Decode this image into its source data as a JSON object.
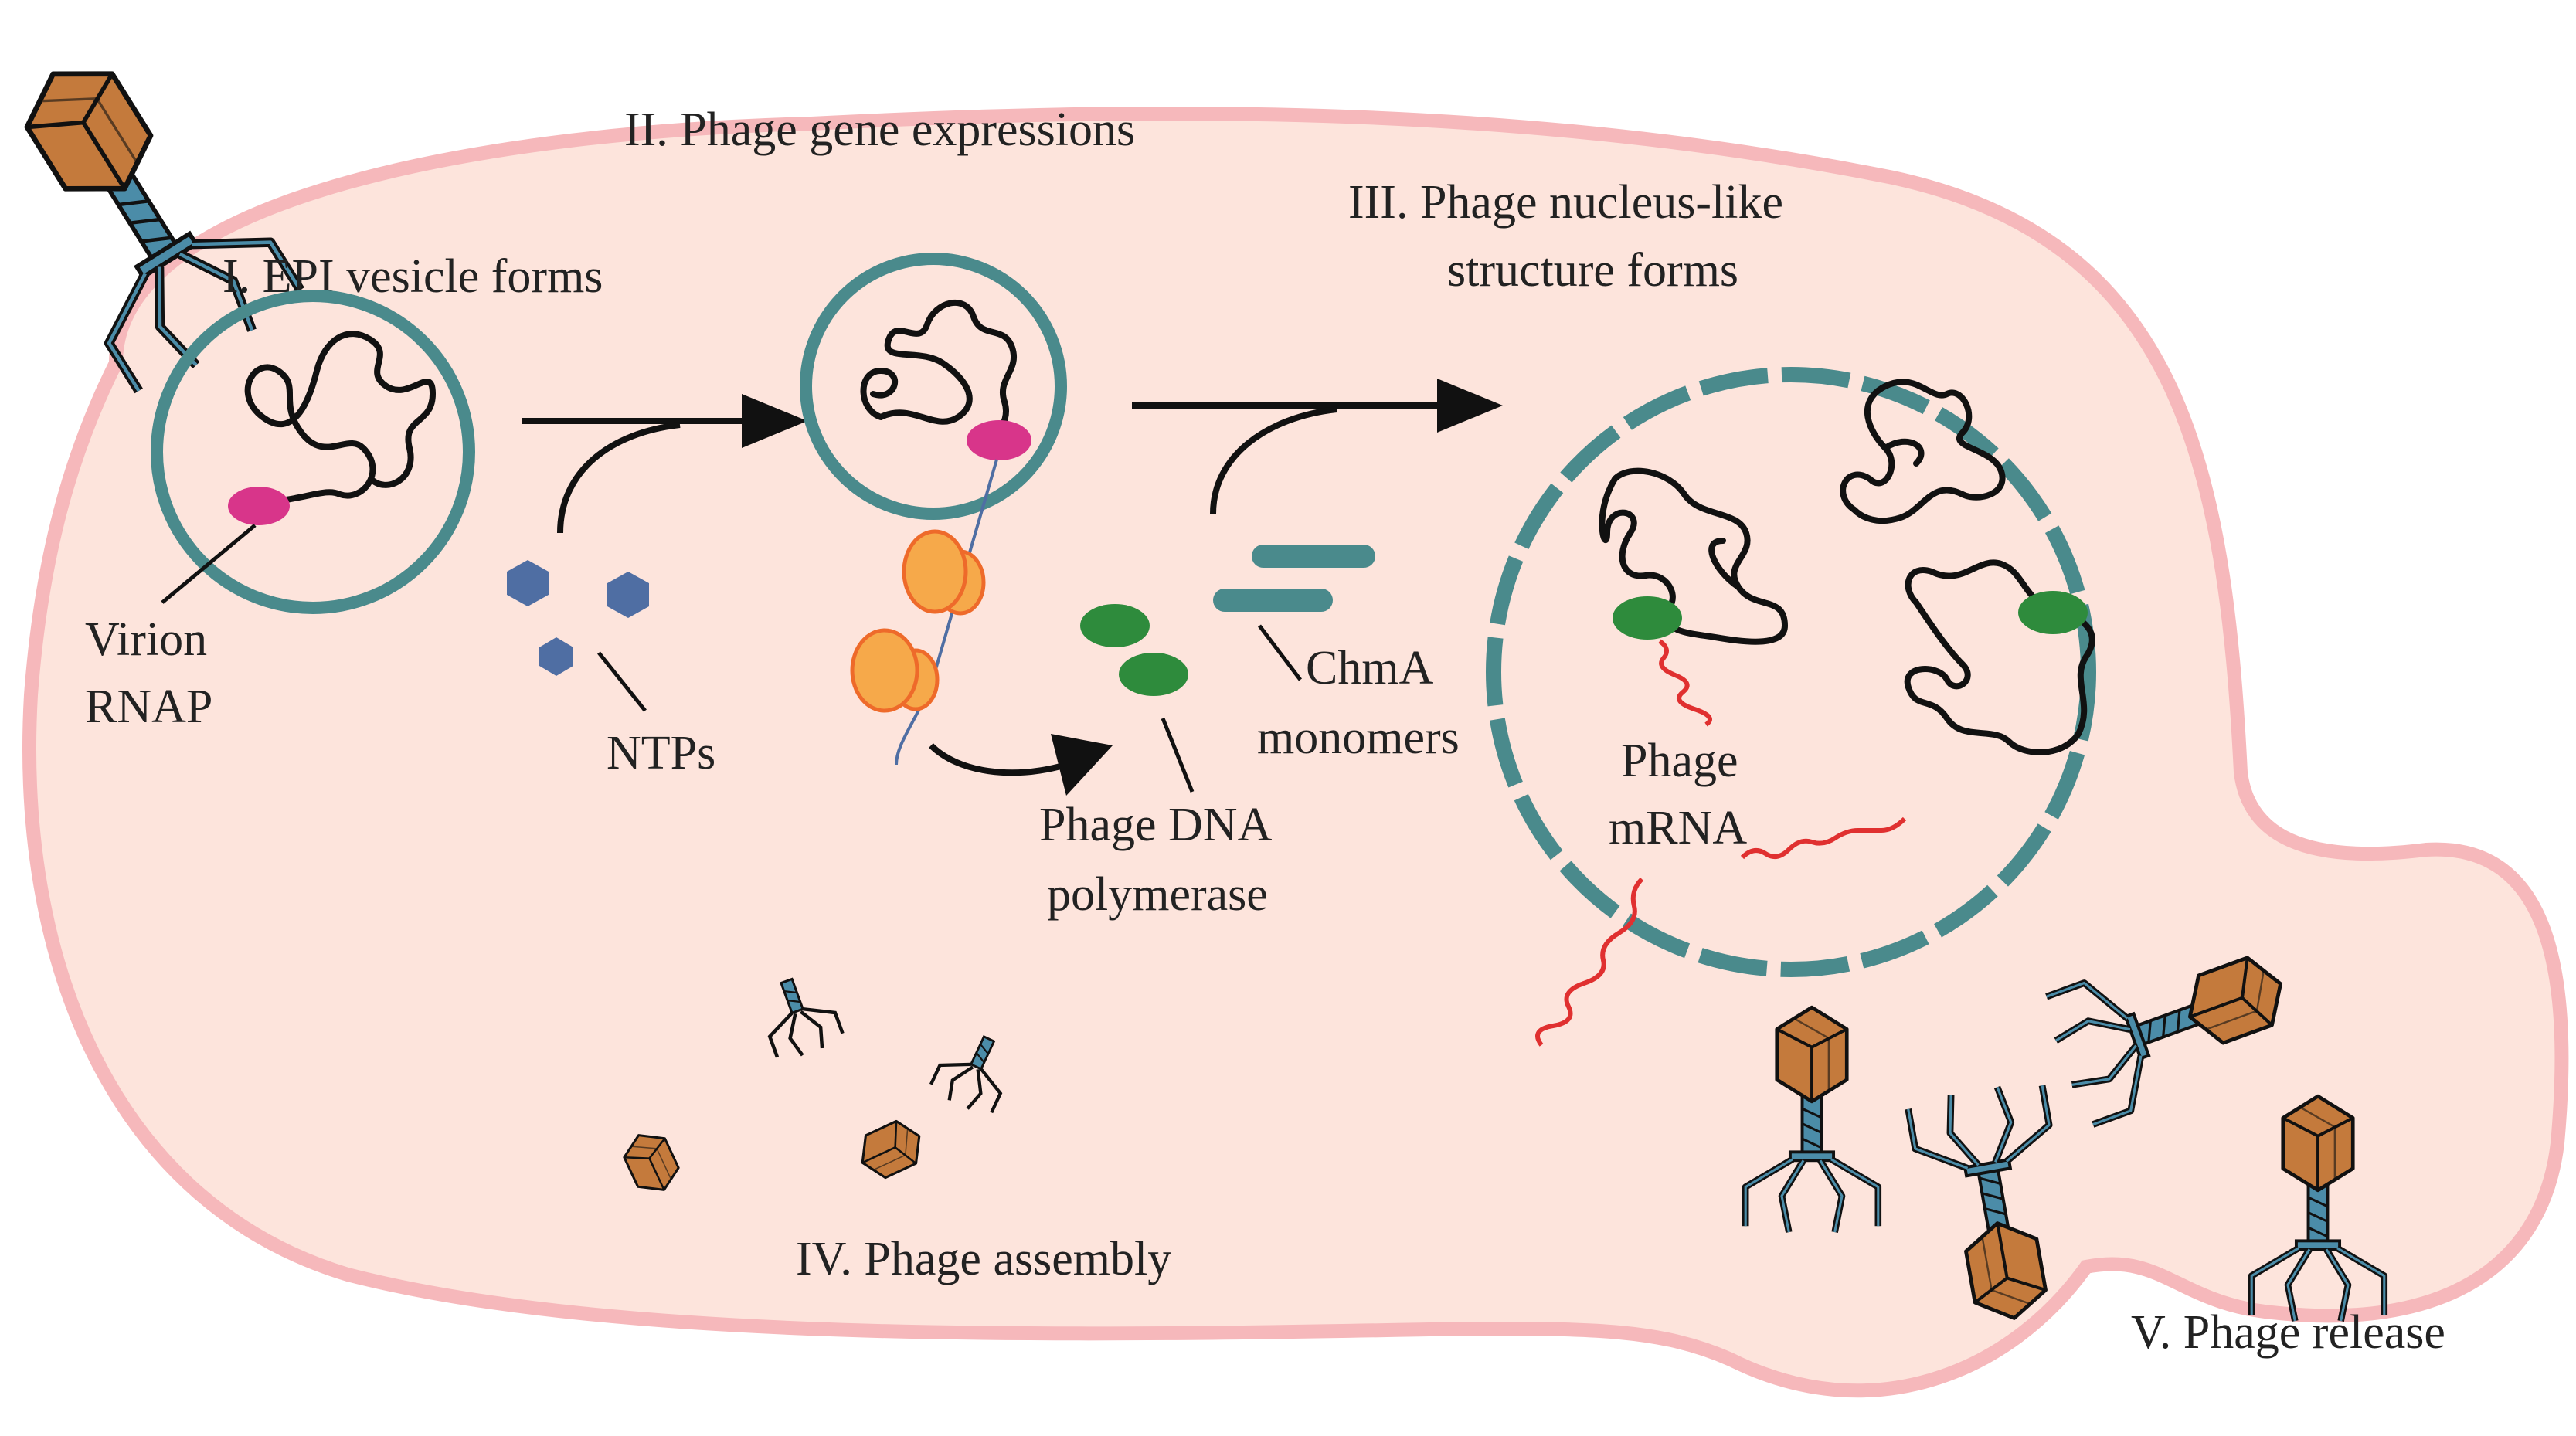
{
  "stages": {
    "epi_vesicle": "I. EPI vesicle forms",
    "gene_expression": "II. Phage gene expressions",
    "nucleus_line1": "III. Phage nucleus-like",
    "nucleus_line2": "structure forms",
    "assembly": "IV. Phage assembly",
    "release": "V. Phage release"
  },
  "labels": {
    "virion_line1": "Virion",
    "virion_line2": "RNAP",
    "ntps": "NTPs",
    "chma_line1": "ChmA",
    "chma_line2": "monomers",
    "dnapol_line1": "Phage DNA",
    "dnapol_line2": "polymerase",
    "mrna_line1": "Phage",
    "mrna_line2": "mRNA"
  },
  "colors": {
    "cell_fill": "#fde4dc",
    "cell_outline": "#f6b8bb",
    "vesicle_ring": "#4a8a8c",
    "rnap": "#d8358a",
    "ntp": "#4f6ea3",
    "ribosome": "#f6a94a",
    "ribosome_outline": "#ee6a2a",
    "dna_polymerase": "#2e8b3c",
    "chma": "#4a8a8c",
    "mrna": "#e03030",
    "capsid": "#c47a3c",
    "tail": "#4b8ca8",
    "dark": "#111111"
  }
}
